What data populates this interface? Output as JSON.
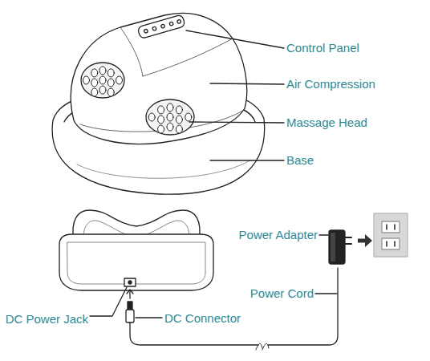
{
  "diagram": {
    "labels": [
      "Control Panel",
      "Air Compression",
      "Massage Head",
      "Base",
      "Power Adapter",
      "Power Cord",
      "DC Power Jack",
      "DC Connector"
    ]
  }
}
